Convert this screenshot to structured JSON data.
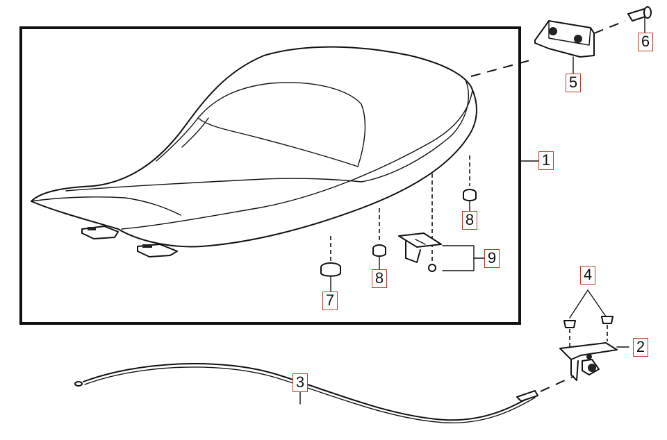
{
  "callouts": [
    {
      "id": "1",
      "label": "1"
    },
    {
      "id": "2",
      "label": "2"
    },
    {
      "id": "3",
      "label": "3"
    },
    {
      "id": "4",
      "label": "4"
    },
    {
      "id": "5",
      "label": "5"
    },
    {
      "id": "6",
      "label": "6"
    },
    {
      "id": "7",
      "label": "7"
    },
    {
      "id": "8a",
      "label": "8"
    },
    {
      "id": "8b",
      "label": "8"
    },
    {
      "id": "9",
      "label": "9"
    }
  ],
  "colors": {
    "callout_border": "#c0392b",
    "line": "#111111",
    "background": "#ffffff"
  }
}
